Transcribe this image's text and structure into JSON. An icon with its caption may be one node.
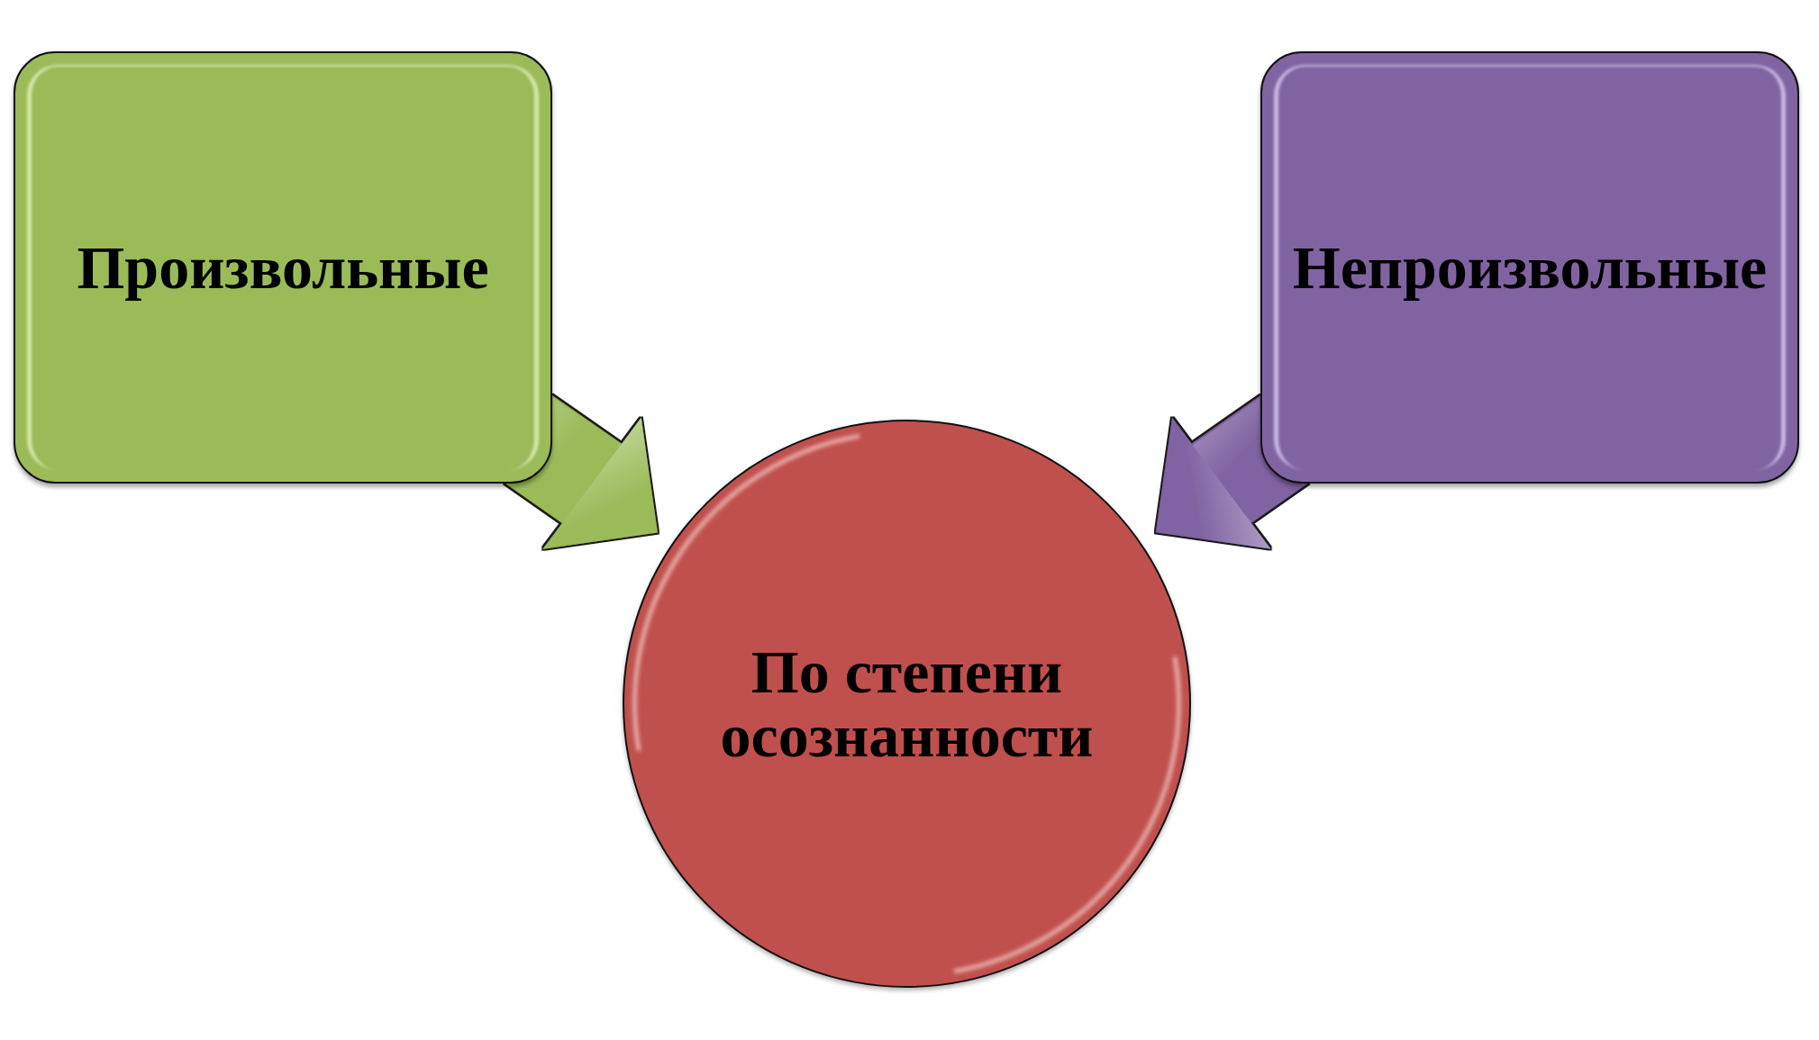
{
  "diagram": {
    "nodes": [
      {
        "text": [
          "Произвольные"
        ]
      },
      {
        "text": [
          "Непроизвольные"
        ]
      },
      {
        "text": [
          "По степени осознанности"
        ]
      }
    ],
    "edges": [
      {
        "from": 0,
        "to": 2,
        "arrow": "to",
        "color": "#9bbb59"
      },
      {
        "from": 1,
        "to": 2,
        "arrow": "to",
        "color": "#8064a2"
      }
    ]
  }
}
